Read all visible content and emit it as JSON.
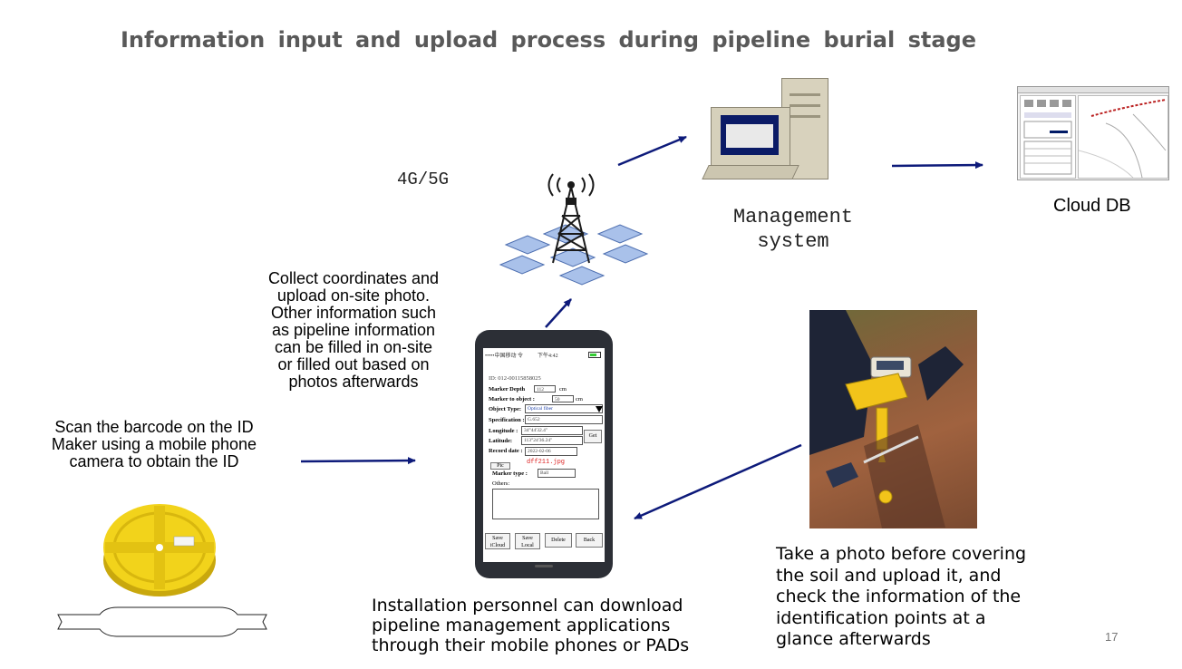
{
  "title": "Information input and upload process during pipeline burial stage",
  "labels": {
    "network": "4G/5G",
    "management_line1": "Management",
    "management_line2": "system",
    "cloud_db": "Cloud DB",
    "collect_text": [
      "Collect coordinates and",
      "upload on-site photo.",
      "Other information such",
      "as pipeline information",
      "can be filled in on-site",
      "or filled out based on",
      "photos afterwards"
    ],
    "scan_text": [
      "Scan the barcode on the ID",
      "Maker using a mobile phone",
      "camera to obtain the ID"
    ],
    "install_text": [
      "Installation personnel can download",
      "pipeline management applications",
      "through their mobile phones or PADs"
    ],
    "photo_text": [
      "Take a photo before covering",
      "the soil and upload it, and",
      "check the information of the",
      "identification points at a",
      "glance afterwards"
    ]
  },
  "phone_form": {
    "status_carrier": "•••••中国移动 令",
    "status_time": "下午4:42",
    "id_label": "ID:",
    "id_value": "012-00115858025",
    "marker_depth_label": "Marker Depth",
    "marker_depth_value": "112",
    "marker_depth_unit": "cm",
    "marker_to_object_label": "Marker to object :",
    "marker_to_object_value": "50",
    "marker_to_object_unit": "cm",
    "object_type_label": "Object Type:",
    "object_type_value": "Optical fiber",
    "specification_label": "Specification :",
    "specification_value": "G.652",
    "longitude_label": "Longitude :",
    "longitude_value": "34°44'32.4\"",
    "latitude_label": "Latitude:",
    "latitude_value": "113°24'36.24\"",
    "get_button": "Get",
    "record_date_label": "Record date :",
    "record_date_value": "2022-02-06",
    "pic_button": "Pic",
    "pic_filename": "dff211.jpg",
    "marker_type_label": "Marker type :",
    "marker_type_value": "Ball",
    "others_label": "Others:",
    "buttons": {
      "save_icloud_1": "Save",
      "save_icloud_2": "iCloud",
      "save_local_1": "Save",
      "save_local_2": "Local",
      "delete": "Delete",
      "back": "Back"
    }
  },
  "page_number": "17",
  "colors": {
    "arrow": "#0d1a7a",
    "title": "#595959",
    "marker_yellow": "#f2d31b"
  }
}
